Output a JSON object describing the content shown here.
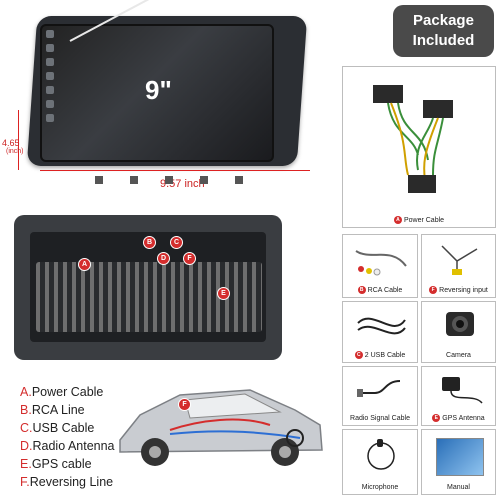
{
  "badge": {
    "line1": "Package",
    "line2": "Included"
  },
  "unit": {
    "screen_size": "9\"",
    "width_label": "9.57 inch",
    "height_value": "4.65",
    "height_unit": "(inch)"
  },
  "rear_markers": [
    "A",
    "B",
    "C",
    "D",
    "E",
    "F"
  ],
  "package_items": [
    {
      "letter": "A",
      "label": "Power Cable"
    },
    {
      "letter": "B",
      "label": "RCA Cable"
    },
    {
      "letter": "F",
      "label": "Reversing input"
    },
    {
      "letter": "C",
      "label": "2 USB Cable"
    },
    {
      "letter": "",
      "label": "Camera"
    },
    {
      "letter": "",
      "label": "Radio Signal Cable"
    },
    {
      "letter": "E",
      "label": "GPS Antenna"
    },
    {
      "letter": "",
      "label": "Microphone"
    },
    {
      "letter": "",
      "label": "Manual"
    }
  ],
  "legend": [
    {
      "letter": "A.",
      "text": "Power Cable"
    },
    {
      "letter": "B.",
      "text": "RCA Line"
    },
    {
      "letter": "C.",
      "text": "USB Cable"
    },
    {
      "letter": "D.",
      "text": "Radio Antenna"
    },
    {
      "letter": "E.",
      "text": "GPS cable"
    },
    {
      "letter": "F.",
      "text": "Reversing Line"
    }
  ],
  "car_markers": [
    "F"
  ],
  "colors": {
    "accent": "#d42d2d",
    "dimension": "#cc2222",
    "badge": "#4a4a4a"
  }
}
